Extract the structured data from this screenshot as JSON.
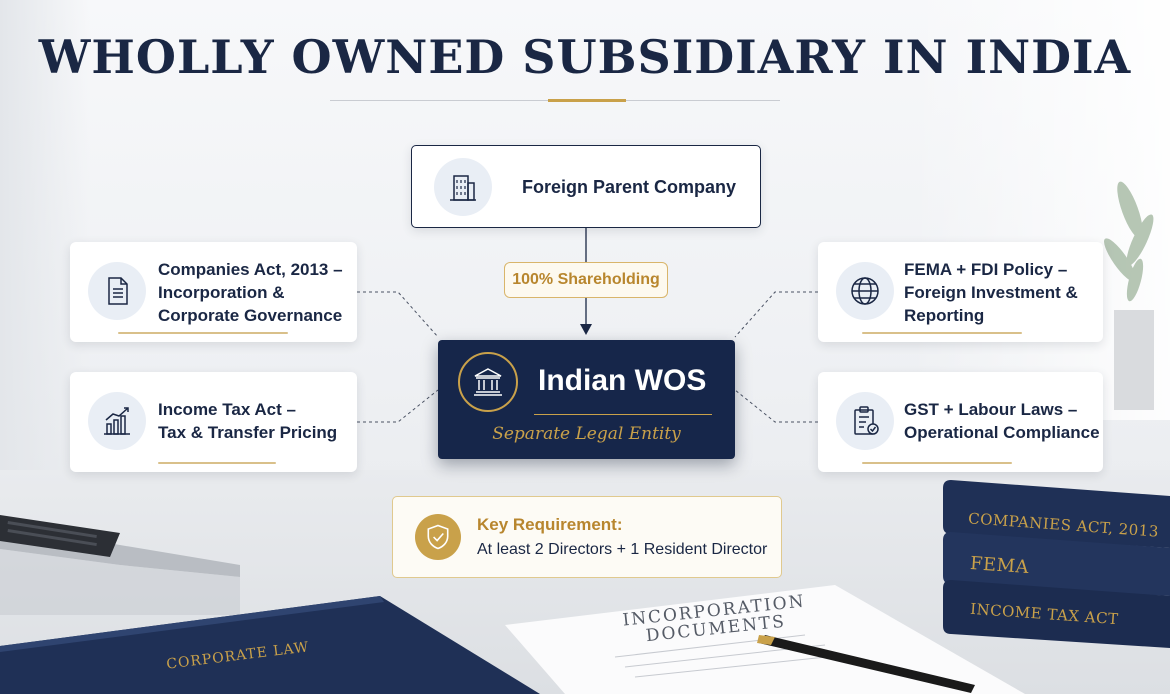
{
  "title": "WHOLLY OWNED SUBSIDIARY IN INDIA",
  "parent": {
    "label": "Foreign Parent Company",
    "icon": "office-building-icon"
  },
  "shareholding": "100% Shareholding",
  "center": {
    "title": "Indian WOS",
    "subtitle": "Separate Legal Entity",
    "icon": "courthouse-icon"
  },
  "left_boxes": [
    {
      "lines": [
        "Companies Act, 2013 –",
        "Incorporation &",
        "Corporate Governance"
      ],
      "icon": "document-icon"
    },
    {
      "lines": [
        "Income Tax Act –",
        "Tax & Transfer Pricing"
      ],
      "icon": "bar-chart-icon"
    }
  ],
  "right_boxes": [
    {
      "lines": [
        "FEMA + FDI Policy –",
        "Foreign Investment &",
        "Reporting"
      ],
      "icon": "globe-icon"
    },
    {
      "lines": [
        "GST + Labour Laws –",
        "Operational Compliance"
      ],
      "icon": "clipboard-check-icon"
    }
  ],
  "key_requirement": {
    "title": "Key Requirement:",
    "text": "At least 2 Directors + 1 Resident Director",
    "icon": "shield-check-icon"
  },
  "scene": {
    "folder_label": "CORPORATE LAW",
    "paper_label": [
      "INCORPORATION",
      "DOCUMENTS"
    ],
    "books": [
      "COMPANIES ACT, 2013",
      "FEMA",
      "INCOME TAX ACT"
    ]
  },
  "colors": {
    "navy": "#16264a",
    "gold": "#c9a14a",
    "gold_text": "#b8862e"
  }
}
